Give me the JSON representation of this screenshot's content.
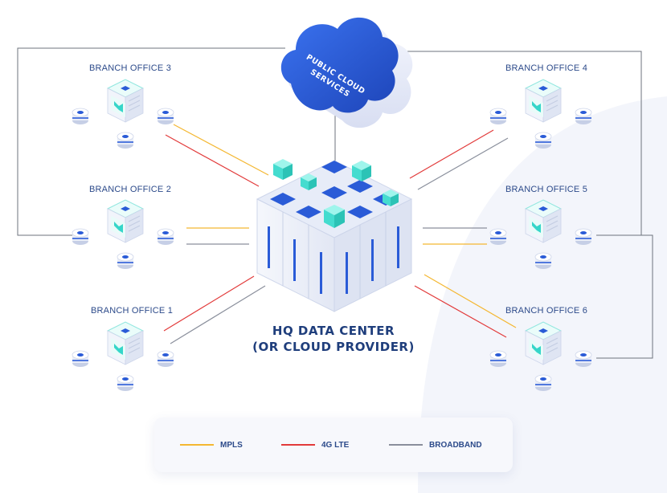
{
  "hq": {
    "line1": "HQ DATA CENTER",
    "line2": "(OR CLOUD PROVIDER)"
  },
  "cloud": {
    "line1": "PUBLIC CLOUD",
    "line2": "SERVICES"
  },
  "branches": [
    {
      "id": "b3",
      "label": "BRANCH OFFICE 3"
    },
    {
      "id": "b2",
      "label": "BRANCH OFFICE 2"
    },
    {
      "id": "b1",
      "label": "BRANCH OFFICE 1"
    },
    {
      "id": "b4",
      "label": "BRANCH OFFICE 4"
    },
    {
      "id": "b5",
      "label": "BRANCH OFFICE 5"
    },
    {
      "id": "b6",
      "label": "BRANCH OFFICE 6"
    }
  ],
  "legend": [
    {
      "label": "MPLS",
      "color": "#f4b731"
    },
    {
      "label": "4G LTE",
      "color": "#e23a3a"
    },
    {
      "label": "BROADBAND",
      "color": "#8a8f9c"
    }
  ],
  "colors": {
    "mpls": "#f4b731",
    "lte": "#e23a3a",
    "broadband": "#8a8f9c",
    "perimeter": "#6e737d",
    "cloud": "#2a5bd7",
    "teal": "#35d6c9",
    "text": "#2c4a8a"
  }
}
